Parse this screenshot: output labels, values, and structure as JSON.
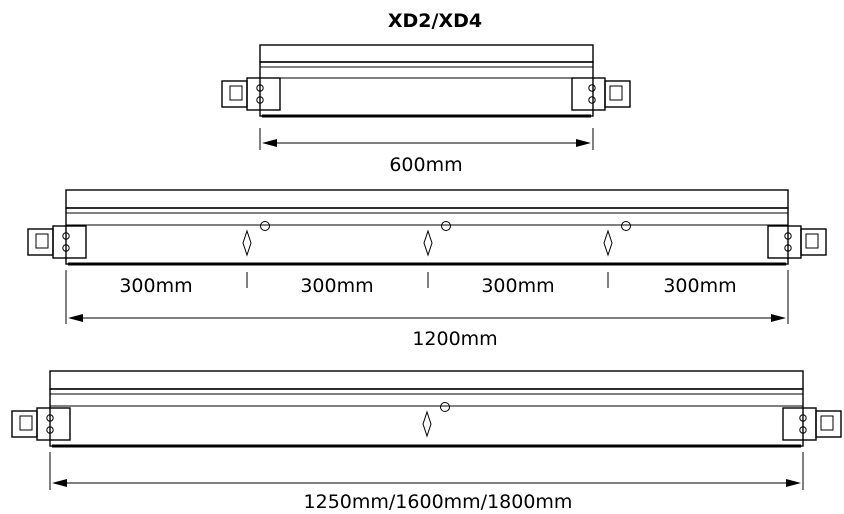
{
  "title": "XD2/XD4",
  "profiles": [
    {
      "name": "profile-600",
      "total_label": "600mm",
      "segment_labels": [],
      "slot_count": 0
    },
    {
      "name": "profile-1200",
      "total_label": "1200mm",
      "segment_labels": [
        "300mm",
        "300mm",
        "300mm",
        "300mm"
      ],
      "slot_count": 3
    },
    {
      "name": "profile-long",
      "total_label": "1250mm/1600mm/1800mm",
      "segment_labels": [],
      "slot_count": 1
    }
  ],
  "colors": {
    "line": "#000000",
    "background": "#ffffff"
  }
}
